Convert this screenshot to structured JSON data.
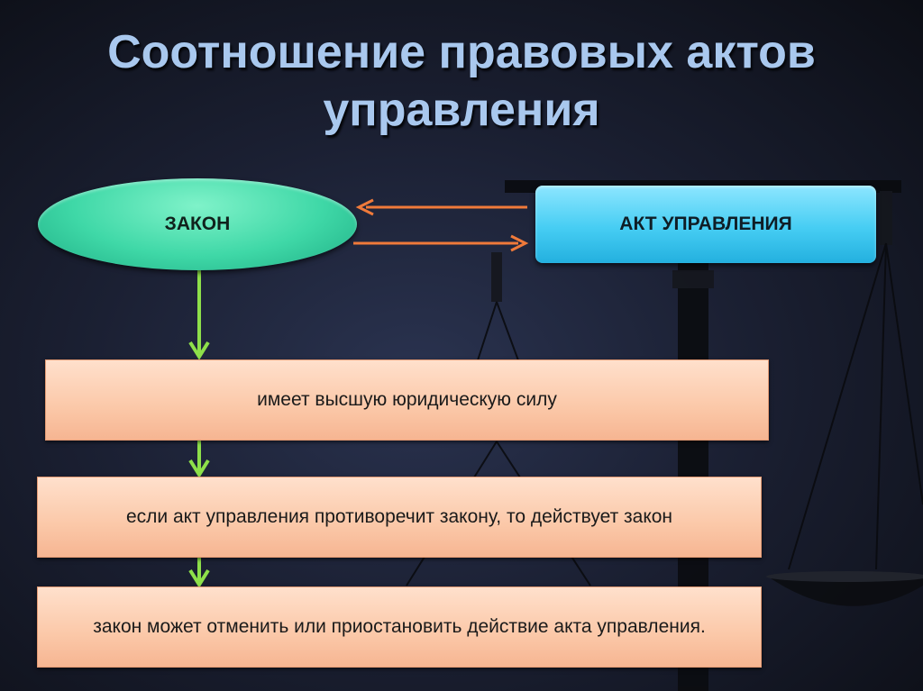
{
  "title": "Соотношение правовых актов управления",
  "nodes": {
    "law": "ЗАКОН",
    "act": "АКТ УПРАВЛЕНИЯ"
  },
  "statements": [
    "имеет высшую юридическую силу",
    "если акт управления противоречит закону, то действует закон",
    "закон может отменить или приостановить действие акта управления."
  ],
  "colors": {
    "law_node": "#3fd8a7",
    "act_node": "#46cdf3",
    "statement_box": "#fbc8a8",
    "down_arrow": "#8ee04a",
    "side_arrow": "#f07a3a",
    "title": "#a9c8ee"
  }
}
